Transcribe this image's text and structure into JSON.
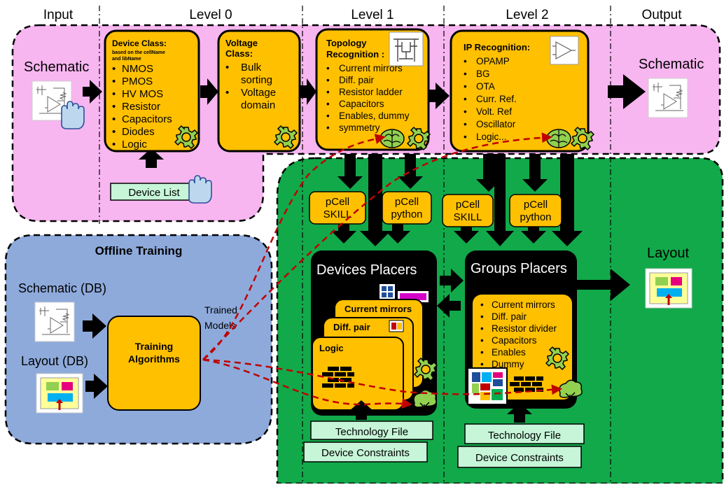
{
  "columns": [
    "Input",
    "Level 0",
    "Level 1",
    "Level 2",
    "Output"
  ],
  "input": {
    "schematic_label": "Schematic"
  },
  "output": {
    "schematic_label": "Schematic",
    "layout_label": "Layout"
  },
  "device_class": {
    "title": "Device Class:",
    "subtitle": [
      "based on the cellName",
      "and libName"
    ],
    "items": [
      "NMOS",
      "PMOS",
      "HV MOS",
      "Resistor",
      "Capacitors",
      "Diodes",
      "Logic"
    ]
  },
  "device_list": "Device List",
  "voltage_class": {
    "title": [
      "Voltage",
      "Class:"
    ],
    "items": [
      [
        "Bulk",
        "sorting"
      ],
      [
        "Voltage",
        "domain"
      ]
    ]
  },
  "topology": {
    "title": [
      "Topology",
      "Recognition :"
    ],
    "items": [
      "Current mirrors",
      "Diff. pair",
      "Resistor ladder",
      "Capacitors",
      "Enables, dummy",
      "symmetry"
    ]
  },
  "ip_recognition": {
    "title": "IP Recognition:",
    "items": [
      "OPAMP",
      "BG",
      "OTA",
      "Curr. Ref.",
      "Volt. Ref",
      "Oscillator",
      "Logic..."
    ]
  },
  "pcells": [
    [
      "pCell",
      "SKILL"
    ],
    [
      "pCell",
      "python"
    ],
    [
      "pCell",
      "SKILL"
    ],
    [
      "pCell",
      "python"
    ]
  ],
  "devices_placers": {
    "title": "Devices  Placers",
    "cards": [
      "Current mirrors",
      "Diff. pair",
      "Logic"
    ]
  },
  "groups_placers": {
    "title": "Groups Placers",
    "items": [
      "Current mirrors",
      "Diff. pair",
      "Resistor divider",
      "Capacitors",
      "Enables",
      "Dummy"
    ]
  },
  "files": {
    "technology_file": "Technology File",
    "device_constraints": "Device Constraints"
  },
  "offline": {
    "title": "Offline Training",
    "schematic_db": "Schematic (DB)",
    "layout_db": "Layout (DB)",
    "training": [
      "Training",
      "Algorithms"
    ],
    "trained_models": [
      "Trained",
      "Models"
    ]
  },
  "colors": {
    "pink_region": "#f7b6f0",
    "green_region": "#12a94a",
    "blue_region": "#8eaadb",
    "box_orange": "#ffc000",
    "file_green": "#c6f5d8",
    "gear": "#92d050",
    "arrow": "#000000",
    "dashed_link": "#c00000"
  }
}
